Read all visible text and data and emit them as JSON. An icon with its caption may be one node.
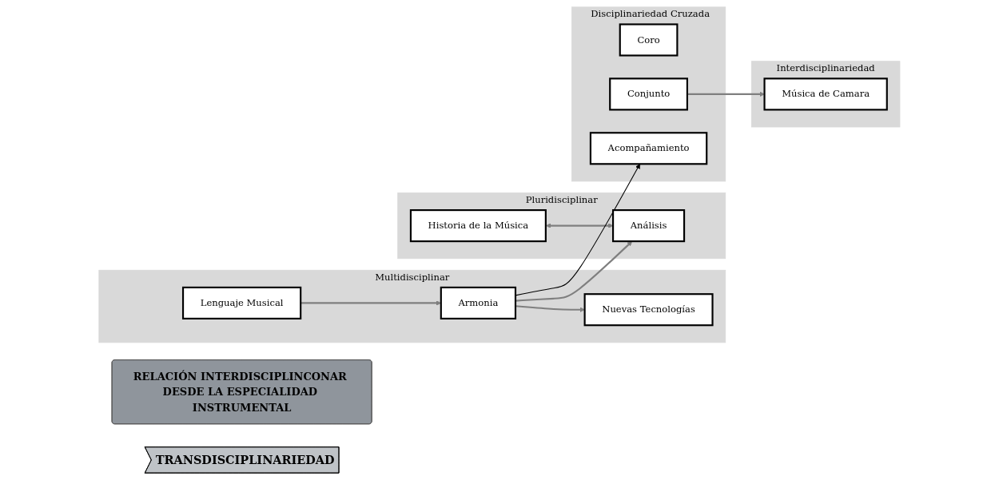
{
  "diagram": {
    "nodes": [
      {
        "text": [
          "RELACIÓN INTERDISCIPLINCONAR DESDE LA ESPECIALIDAD INSTRUMENTAL"
        ]
      },
      {
        "text": [
          "TRANSDISCIPLINARIEDAD"
        ]
      },
      {
        "text": [
          "Multidisciplinar"
        ]
      },
      {
        "text": [
          "Lenguaje Musical"
        ],
        "in": 2
      },
      {
        "text": [
          "Armonia"
        ],
        "in": 2
      },
      {
        "text": [
          "Nuevas Tecnologías"
        ],
        "in": 2
      },
      {
        "text": [
          "Pluridisciplinar"
        ]
      },
      {
        "text": [
          "Historia de la Música"
        ],
        "in": 6
      },
      {
        "text": [
          "Análisis"
        ],
        "in": 6
      },
      {
        "text": [
          "Disciplinariedad Cruzada"
        ]
      },
      {
        "text": [
          "Coro"
        ],
        "in": 9
      },
      {
        "text": [
          "Conjunto"
        ],
        "in": 9
      },
      {
        "text": [
          "Acompañamiento"
        ],
        "in": 9
      },
      {
        "text": [
          "Interdisciplinariedad"
        ]
      },
      {
        "text": [
          "Música de Camara"
        ],
        "in": 13
      }
    ],
    "edges": [
      {
        "from": 3,
        "to": 4,
        "arrow": "to"
      },
      {
        "from": 4,
        "to": 5,
        "arrow": "to"
      },
      {
        "from": 4,
        "to": 8,
        "arrow": "to"
      },
      {
        "from": 7,
        "to": 8,
        "arrow": "both"
      },
      {
        "from": 4,
        "to": 12,
        "arrow": "to",
        "color": "#000000"
      },
      {
        "from": 11,
        "to": 14,
        "arrow": "to"
      }
    ]
  }
}
